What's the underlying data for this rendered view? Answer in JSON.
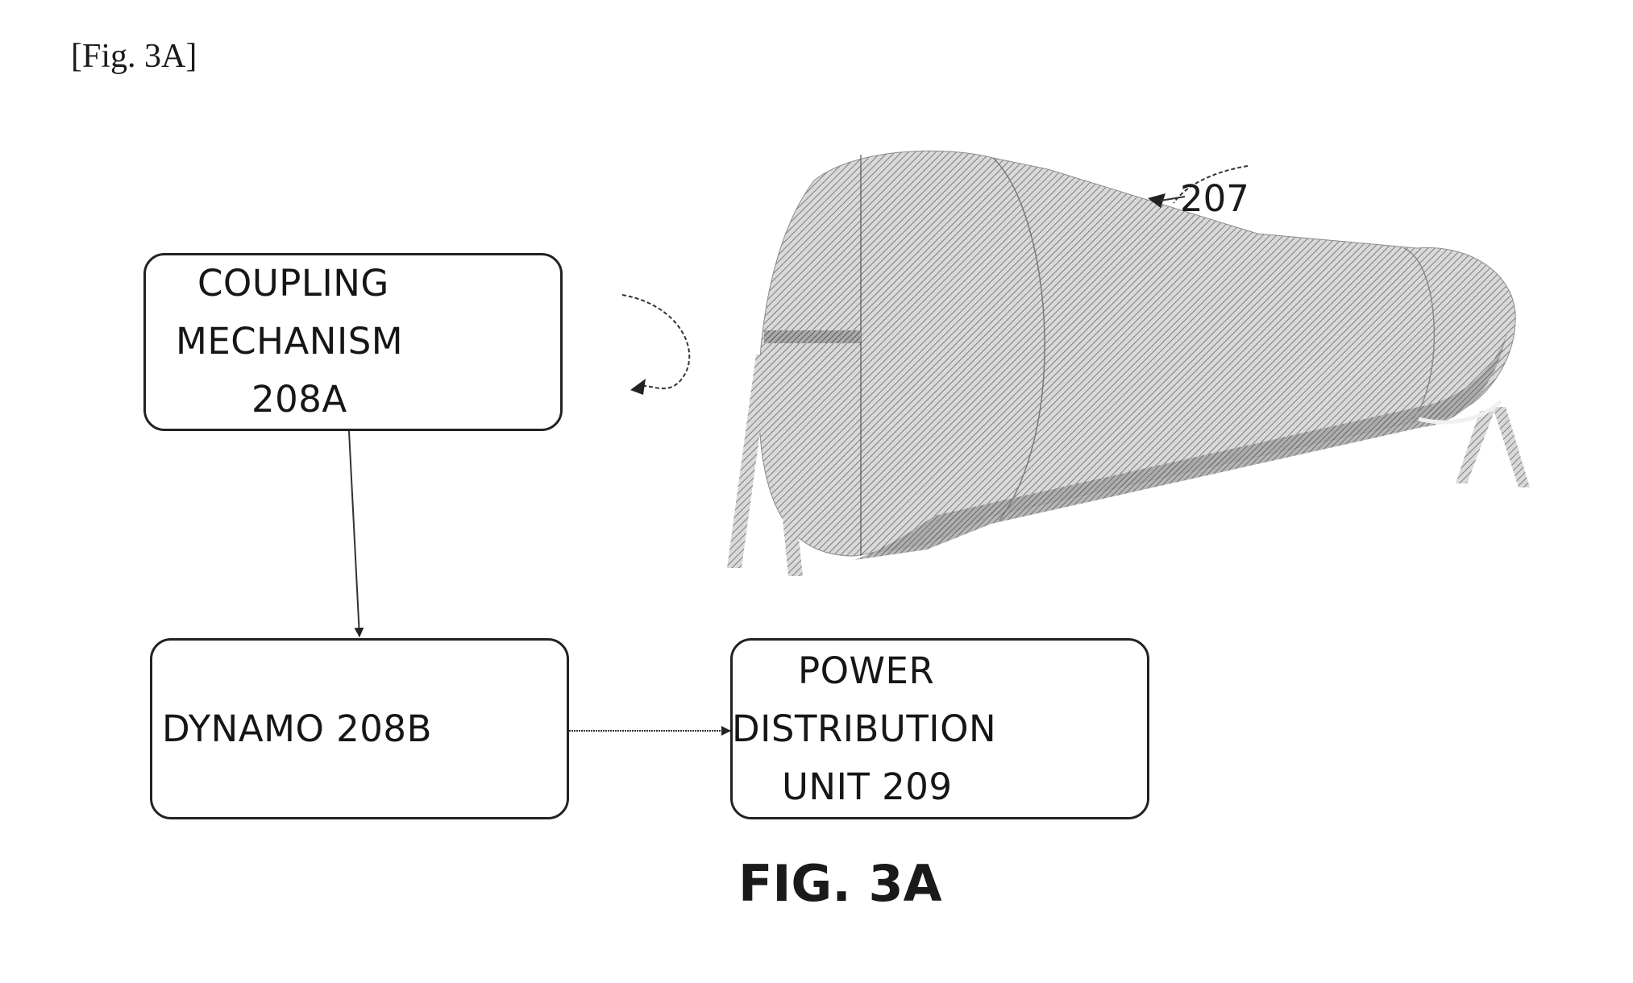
{
  "header": {
    "label": "[Fig. 3A]"
  },
  "boxes": {
    "coupling": {
      "lines": [
        "COUPLING",
        "MECHANISM",
        "208A"
      ]
    },
    "dynamo": {
      "lines": [
        "DYNAMO 208B"
      ]
    },
    "power": {
      "lines": [
        "POWER",
        "DISTRIBUTION",
        "UNIT 209"
      ]
    }
  },
  "turbine": {
    "reference_label": "207"
  },
  "caption": {
    "text": "FIG. 3A"
  },
  "colors": {
    "line": "#222222",
    "hatch_dark": "#8a8a8a",
    "hatch_light": "#cfcfcf"
  }
}
